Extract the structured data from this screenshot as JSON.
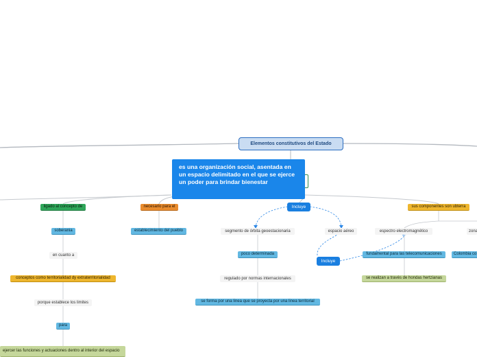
{
  "root": {
    "label": "Elementos constitutivos del Estado"
  },
  "central": {
    "text": "es una organización social, asentada en un espacio delimitado en el que se ejerce un poder para brindar bienestar"
  },
  "links_a": {
    "ligado": "ligado al concepto de",
    "soberania": "soberania",
    "en_cuanto": "en cuanto a",
    "conceptos": "conceptos como territorialidad dy extraterritorialidad",
    "porque": "porque establece los limites",
    "para": "para",
    "ejercer": "ejercer las funciones y actuaciones dentro al interior del espacio"
  },
  "links_b": {
    "necesario": "necesario para el",
    "establecimiento": "establecimiento del pueblo"
  },
  "incluye_top": "Incluye",
  "incluye_left": "Incluye",
  "links_c": {
    "segmento": "segmento de órbita geoestacionaria",
    "poco": "poco determinada",
    "regulado": "regulado por normas internacionales",
    "forma": "se forma por una linea que se proyecta por una linea territorial",
    "espacio_aereo": "espacio aéreo"
  },
  "links_d": {
    "componentes": "sus componentes son ubterra",
    "espectro": "espectro electromagnético",
    "fundamental": "fundamental para las telecomunicaciones",
    "ondas": "se realizan a través de hondas hertzianas",
    "zona": "zona",
    "colombia": "Colombia co"
  }
}
